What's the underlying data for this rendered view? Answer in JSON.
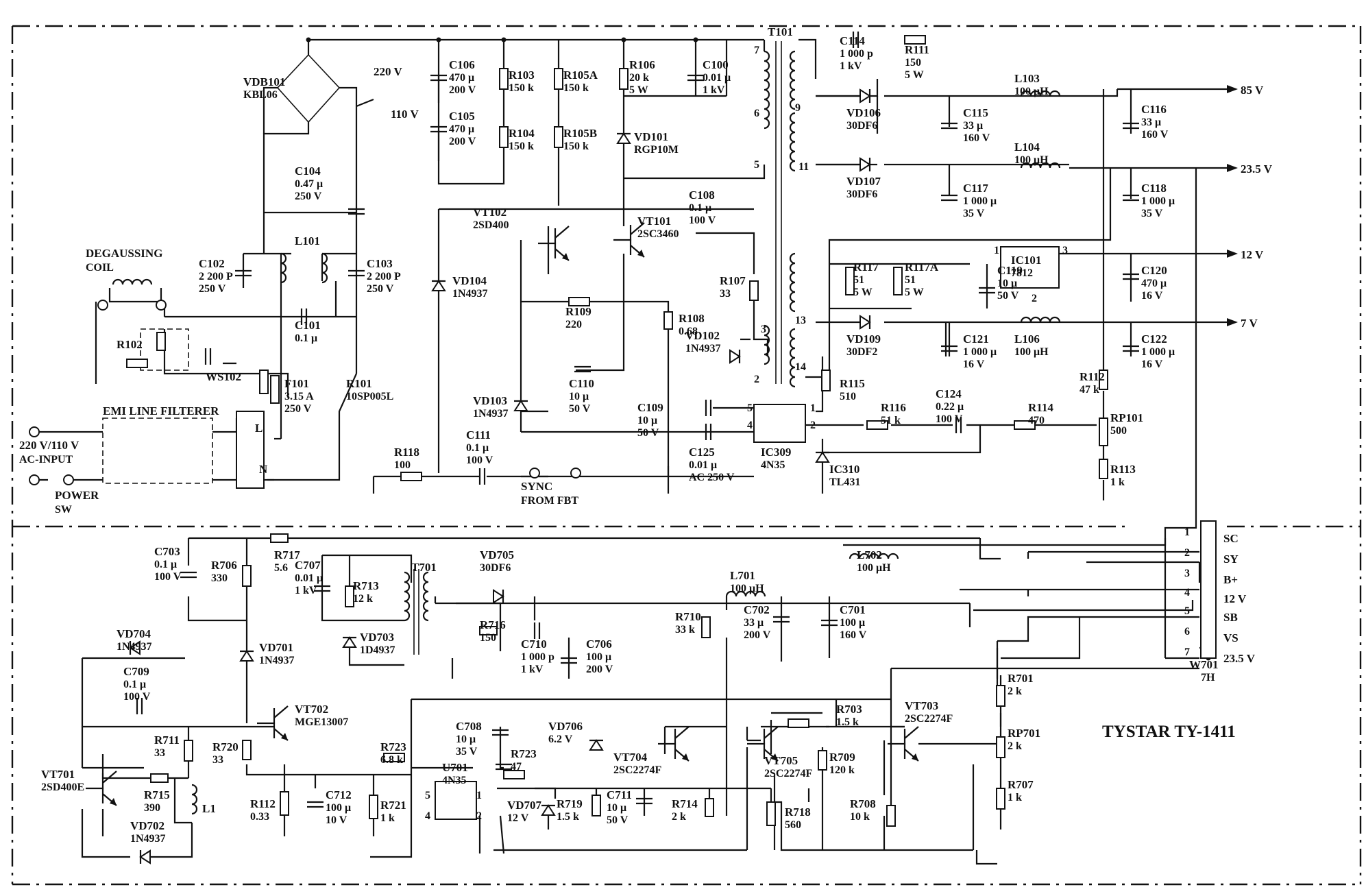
{
  "title": "TYSTAR TY-1411",
  "inputs": {
    "ac_input": "220 V/110 V\nAC-INPUT",
    "power_sw": "POWER\nSW",
    "emi_filter": "EMI LINE FILTERER",
    "degauss_coil": "DEGAUSSING\nCOIL",
    "line_l": "L",
    "line_n": "N",
    "sel_220": "220 V",
    "sel_110": "110 V",
    "sync": "SYNC\nFROM  FBT"
  },
  "outputs": {
    "o85": "85 V",
    "o23": "23.5 V",
    "o12": "12 V",
    "o7": "7 V"
  },
  "connector": {
    "name": "W701",
    "type": "7H",
    "pins": [
      "1",
      "2",
      "3",
      "4",
      "5",
      "6",
      "7"
    ],
    "signals": [
      "SC",
      "SY",
      "B+",
      "12 V",
      "SB",
      "VS",
      "23.5 V"
    ]
  },
  "parts": {
    "vdb101": [
      "VDB101",
      "KBL06"
    ],
    "c106": [
      "C106",
      "470 μ",
      "200 V"
    ],
    "c105": [
      "C105",
      "470 μ",
      "200 V"
    ],
    "r103": [
      "R103",
      "150 k"
    ],
    "r104": [
      "R104",
      "150 k"
    ],
    "r105a": [
      "R105A",
      "150 k"
    ],
    "r105b": [
      "R105B",
      "150 k"
    ],
    "r106": [
      "R106",
      "20 k",
      "5 W"
    ],
    "c100": [
      "C100",
      "0.01 μ",
      "1 kV"
    ],
    "vd101": [
      "VD101",
      "RGP10M"
    ],
    "t101": [
      "T101"
    ],
    "c104": [
      "C104",
      "0.47 μ",
      "250 V"
    ],
    "l101": [
      "L101"
    ],
    "c102": [
      "C102",
      "2 200 P",
      "250 V"
    ],
    "c103": [
      "C103",
      "2 200 P",
      "250 V"
    ],
    "c101": [
      "C101",
      "0.1 μ"
    ],
    "r102": [
      "R102"
    ],
    "ws102": [
      "WS102"
    ],
    "f101": [
      "F101",
      "3.15 A",
      "250 V"
    ],
    "r101": [
      "R101",
      "10SP005L"
    ],
    "vt102": [
      "VT102",
      "2SD400"
    ],
    "vt101": [
      "VT101",
      "2SC3460"
    ],
    "c108": [
      "C108",
      "0.1 μ",
      "100 V"
    ],
    "r107": [
      "R107",
      "33"
    ],
    "vd104": [
      "VD104",
      "1N4937"
    ],
    "r109": [
      "R109",
      "220"
    ],
    "r108": [
      "R108",
      "0.68"
    ],
    "vd102": [
      "VD102",
      "1N4937"
    ],
    "c110": [
      "C110",
      "10 μ",
      "50 V"
    ],
    "vd103": [
      "VD103",
      "1N4937"
    ],
    "c109": [
      "C109",
      "10 μ",
      "50 V"
    ],
    "c111": [
      "C111",
      "0.1 μ",
      "100 V"
    ],
    "r118": [
      "R118",
      "100"
    ],
    "c125": [
      "C125",
      "0.01 μ",
      "AC 250 V"
    ],
    "ic309": [
      "IC309",
      "4N35"
    ],
    "ic310": [
      "IC310",
      "TL431"
    ],
    "c114": [
      "C114",
      "1 000 p",
      "1 kV"
    ],
    "r111": [
      "R111",
      "150",
      "5 W"
    ],
    "vd106": [
      "VD106",
      "30DF6"
    ],
    "c115": [
      "C115",
      "33 μ",
      "160 V"
    ],
    "l103": [
      "L103",
      "100 μH"
    ],
    "c116": [
      "C116",
      "33 μ",
      "160 V"
    ],
    "vd107": [
      "VD107",
      "30DF6"
    ],
    "c117": [
      "C117",
      "1 000 μ",
      "35 V"
    ],
    "l104": [
      "L104",
      "100 μH"
    ],
    "c118": [
      "C118",
      "1 000 μ",
      "35 V"
    ],
    "r117": [
      "R117",
      "51",
      "5 W"
    ],
    "r117a": [
      "R117A",
      "51",
      "5 W"
    ],
    "c119": [
      "C119",
      "10 μ",
      "50 V"
    ],
    "ic101": [
      "IC101",
      "7812"
    ],
    "c120": [
      "C120",
      "470 μ",
      "16 V"
    ],
    "vd109": [
      "VD109",
      "30DF2"
    ],
    "c121": [
      "C121",
      "1 000 μ",
      "16 V"
    ],
    "l106": [
      "L106",
      "100 μH"
    ],
    "c122": [
      "C122",
      "1 000 μ",
      "16 V"
    ],
    "r115": [
      "R115",
      "510"
    ],
    "r116": [
      "R116",
      "51 k"
    ],
    "c124": [
      "C124",
      "0.22 μ",
      "100 V"
    ],
    "r114": [
      "R114",
      "470"
    ],
    "r112a": [
      "R112",
      "47 k"
    ],
    "rp101": [
      "RP101",
      "500"
    ],
    "r113": [
      "R113",
      "1 k"
    ],
    "c703": [
      "C703",
      "0.1 μ",
      "100 V"
    ],
    "r706": [
      "R706",
      "330"
    ],
    "r717": [
      "R717",
      "5.6"
    ],
    "c707": [
      "C707",
      "0.01 μ",
      "1 kV"
    ],
    "r713": [
      "R713",
      "12 k"
    ],
    "t701": [
      "T701"
    ],
    "vd705": [
      "VD705",
      "30DF6"
    ],
    "l701": [
      "L701",
      "100 μH"
    ],
    "l702": [
      "L702",
      "100 μH"
    ],
    "vd704": [
      "VD704",
      "1N4937"
    ],
    "vd701": [
      "VD701",
      "1N4937"
    ],
    "vd703": [
      "VD703",
      "1D4937"
    ],
    "r716": [
      "R716",
      "150"
    ],
    "c710": [
      "C710",
      "1 000 p",
      "1 kV"
    ],
    "c706": [
      "C706",
      "100 μ",
      "200 V"
    ],
    "r710": [
      "R710",
      "33 k"
    ],
    "c702": [
      "C702",
      "33 μ",
      "200 V"
    ],
    "c701": [
      "C701",
      "100 μ",
      "160 V"
    ],
    "c709": [
      "C709",
      "0.1 μ",
      "100 V"
    ],
    "vt702": [
      "VT702",
      "MGE13007"
    ],
    "r711": [
      "R711",
      "33"
    ],
    "r720": [
      "R720",
      "33"
    ],
    "vt701": [
      "VT701",
      "2SD400E"
    ],
    "r715": [
      "R715",
      "390"
    ],
    "l1": [
      "L1"
    ],
    "vd702": [
      "VD702",
      "1N4937"
    ],
    "r112b": [
      "R112",
      "0.33"
    ],
    "c712": [
      "C712",
      "100 μ",
      "10 V"
    ],
    "r721": [
      "R721",
      "1 k"
    ],
    "r723a": [
      "R723",
      "6.8 k"
    ],
    "u701": [
      "U701",
      "4N35"
    ],
    "c708": [
      "C708",
      "10 μ",
      "35 V"
    ],
    "r723b": [
      "R723",
      "47"
    ],
    "vd706": [
      "VD706",
      "6.2 V"
    ],
    "vd707": [
      "VD707",
      "12 V"
    ],
    "r719": [
      "R719",
      "1.5 k"
    ],
    "c711": [
      "C711",
      "10 μ",
      "50 V"
    ],
    "vt704": [
      "VT704",
      "2SC2274F"
    ],
    "vt705": [
      "VT705",
      "2SC2274F"
    ],
    "r714": [
      "R714",
      "2 k"
    ],
    "r718": [
      "R718",
      "560"
    ],
    "r703": [
      "R703",
      "1.5 k"
    ],
    "r709": [
      "R709",
      "120 k"
    ],
    "r708": [
      "R708",
      "10 k"
    ],
    "vt703": [
      "VT703",
      "2SC2274F"
    ],
    "r701": [
      "R701",
      "2 k"
    ],
    "rp701": [
      "RP701",
      "2 k"
    ],
    "r707": [
      "R707",
      "1 k"
    ]
  },
  "pins": {
    "t101": [
      "7",
      "6",
      "5",
      "9",
      "11",
      "13",
      "3",
      "2",
      "14"
    ],
    "ic309": [
      "5",
      "4",
      "1",
      "2"
    ],
    "ic101": [
      "1",
      "3",
      "2"
    ],
    "u701": [
      "5",
      "4",
      "1",
      "2"
    ]
  }
}
